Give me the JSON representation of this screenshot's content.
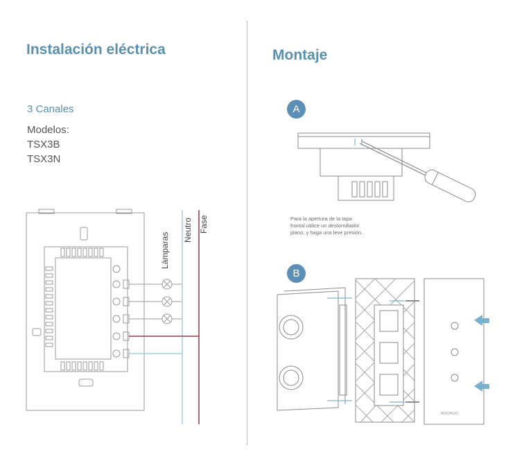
{
  "left_section": {
    "title": "Instalación eléctrica",
    "channels": "3 Canales",
    "models_label": "Modelos:",
    "models": [
      "TSX3B",
      "TSX3N"
    ],
    "wire_labels": {
      "lamps": "Lámparas",
      "neutral": "Neutro",
      "phase": "Fase"
    }
  },
  "right_section": {
    "title": "Montaje",
    "step_a": {
      "badge": "A",
      "note_lines": [
        "Para la apertura de la tapa",
        "frontal utilice un destornillador",
        "plano, y haga una leve presión."
      ]
    },
    "step_b": {
      "badge": "B",
      "brand": "NIVOKUO"
    }
  },
  "colors": {
    "accent": "#5b90ad",
    "badge": "#5b8fb6",
    "neutral_wire": "#8fc6dd",
    "phase_wire": "#7a1f2b",
    "outline": "#9a9a9a"
  }
}
